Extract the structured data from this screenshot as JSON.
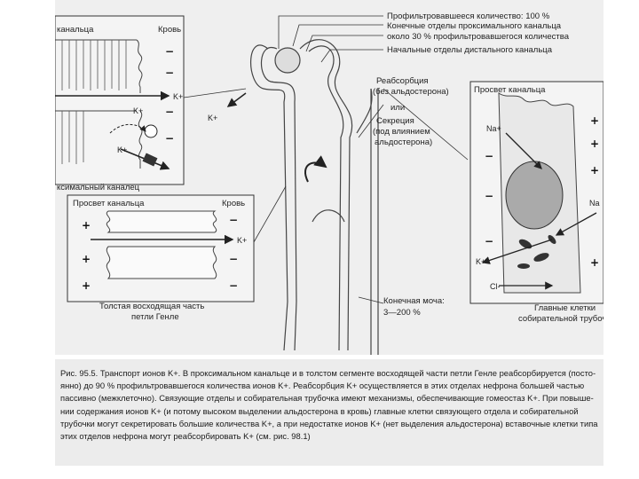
{
  "figure": {
    "top_labels": [
      "Профильтровавшееся количество: 100 %",
      "Конечные отделы проксимального канальца",
      "около 30 % профильтровавшегося количества",
      "Начальные отделы дистального канальца"
    ],
    "mid_labels": {
      "reabsorption": "Реабсорбция",
      "without_aldo": "(без альдостерона)",
      "or": "или",
      "secretion": "Секреция",
      "under_influence": "(под влиянием",
      "aldosterone": "альдостерона)"
    },
    "final_urine": {
      "line1": "Конечная моча:",
      "line2": "3—200 %"
    },
    "top_left_box": {
      "lumen_label": "канальца",
      "blood_label": "Кровь",
      "bottom_label": "ксимальный каналец",
      "ion_k1": "K+",
      "ion_k2": "K+",
      "ion_k3": "K+",
      "ion_k4": "K+"
    },
    "bottom_left_box": {
      "lumen_label": "Просвет канальца",
      "blood_label": "Кровь",
      "caption_line1": "Толстая восходящая часть",
      "caption_line2": "петли Генле",
      "ion_k": "K+"
    },
    "right_box": {
      "lumen_label": "Просвет канальца",
      "na_label": "Na+",
      "na_label_right": "Na",
      "k_label": "K+",
      "cl_label": "Cl-",
      "caption_line1": "Главные клетки",
      "caption_line2": "собирательной трубочки"
    },
    "signs": {
      "plus": "+",
      "minus": "−"
    }
  },
  "caption": {
    "lines": [
      "Рис. 95.5. Транспорт ионов K+. В проксимальном канальце и в толстом сегменте восходящей части петли Генле реабсорбируется (посто-",
      "янно) до 90 % профильтровавшегося количества ионов K+. Реабсорбция K+ осуществляется в этих отделах нефрона большей частью",
      "пассивно (межклеточно). Связующие отделы и собирательная трубочка имеют механизмы, обеспечивающие гомеостаз K+. При повыше-",
      "нии содержания ионов K+ (и потому высоком выделении альдостерона в кровь) главные клетки связующего отдела и собирательной",
      "трубочки могут секретировать большие количества K+, а при недостатке ионов K+ (нет выделения альдостерона) вставочные клетки типа А",
      "этих отделов нефрона могут реабсорбировать K+ (см. рис. 98.1)"
    ]
  }
}
